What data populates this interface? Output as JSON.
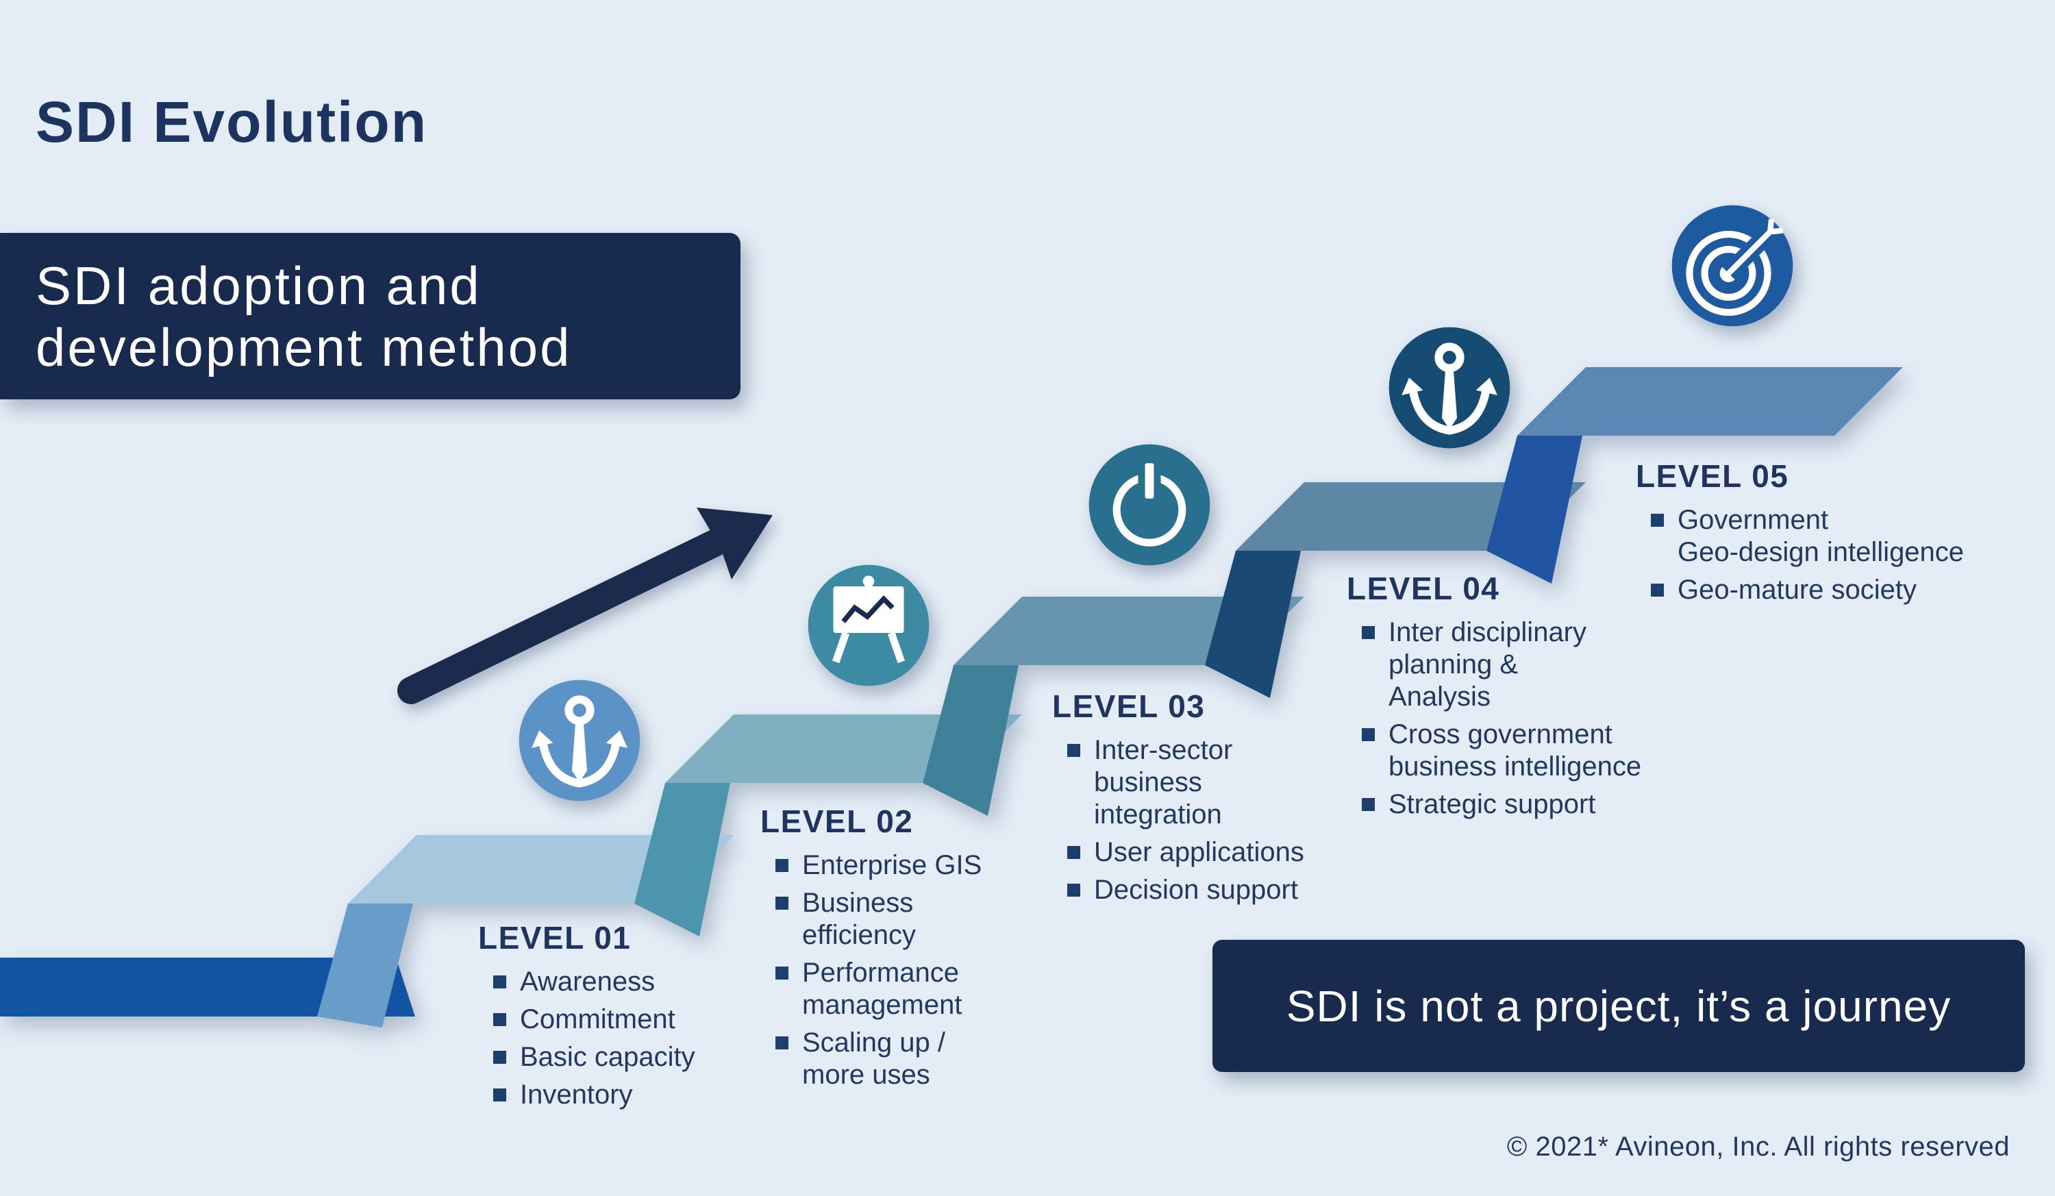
{
  "title": "SDI Evolution",
  "header_box": {
    "line1": "SDI adoption and",
    "line2": "development method"
  },
  "levels": [
    {
      "label": "LEVEL 01",
      "icon": "anchor-icon",
      "items": [
        {
          "lines": [
            "Awareness"
          ]
        },
        {
          "lines": [
            "Commitment"
          ]
        },
        {
          "lines": [
            "Basic capacity"
          ]
        },
        {
          "lines": [
            "Inventory"
          ]
        }
      ]
    },
    {
      "label": "LEVEL 02",
      "icon": "presentation-chart-icon",
      "items": [
        {
          "lines": [
            "Enterprise GIS"
          ]
        },
        {
          "lines": [
            "Business",
            "efficiency"
          ]
        },
        {
          "lines": [
            "Performance",
            "management"
          ]
        },
        {
          "lines": [
            "Scaling up /",
            "more uses"
          ]
        }
      ]
    },
    {
      "label": "LEVEL 03",
      "icon": "power-icon",
      "items": [
        {
          "lines": [
            "Inter-sector",
            "business",
            "integration"
          ]
        },
        {
          "lines": [
            "User applications"
          ]
        },
        {
          "lines": [
            "Decision support"
          ]
        }
      ]
    },
    {
      "label": "LEVEL 04",
      "icon": "anchor-icon",
      "items": [
        {
          "lines": [
            "Inter disciplinary",
            "planning &",
            "Analysis"
          ]
        },
        {
          "lines": [
            "Cross government",
            "business intelligence"
          ]
        },
        {
          "lines": [
            "Strategic support"
          ]
        }
      ]
    },
    {
      "label": "LEVEL 05",
      "icon": "target-icon",
      "items": [
        {
          "lines": [
            "Government",
            "Geo-design intelligence"
          ]
        },
        {
          "lines": [
            "Geo-mature society"
          ]
        }
      ]
    }
  ],
  "footer_box": "SDI is not a project, it’s a journey",
  "copyright": "© 2021* Avineon, Inc. All rights reserved",
  "colors": {
    "background": "#E4EDF6",
    "navy_box": "#182B4E",
    "text": "#22395E",
    "arrow": "#1B2B4E",
    "base_bar": "#1253A2",
    "treads": [
      "#A6C8DE",
      "#7FAFC0",
      "#6794AE",
      "#5E87A6",
      "#5B87B5"
    ],
    "risers": [
      "#689DC9",
      "#4D95AC",
      "#3E8198",
      "#1A4A73",
      "#2155A3"
    ],
    "circles": [
      "#5B93C7",
      "#3D8BA3",
      "#29708F",
      "#164B73",
      "#1D5AA0"
    ]
  }
}
